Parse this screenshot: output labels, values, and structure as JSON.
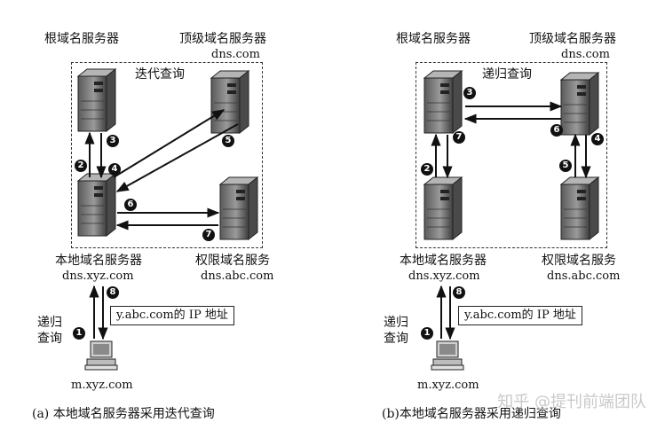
{
  "left": {
    "root_label": "根域名服务器",
    "tld_label": "顶级域名服务器",
    "tld_host": "dns.com",
    "mode_label": "迭代查询",
    "local_label": "本地域名服务器",
    "local_host": "dns.xyz.com",
    "auth_label": "权限域名服务",
    "auth_host": "dns.abc.com",
    "client_mode": [
      "递归",
      "查询"
    ],
    "ip_box": "y.abc.com的 IP 地址",
    "client_host": "m.xyz.com",
    "caption": "(a) 本地域名服务器采用迭代查询",
    "steps": [
      "1",
      "2",
      "3",
      "4",
      "5",
      "6",
      "7",
      "8"
    ]
  },
  "right": {
    "root_label": "根域名服务器",
    "tld_label": "顶级域名服务器",
    "tld_host": "dns.com",
    "mode_label": "递归查询",
    "local_label": "本地域名服务器",
    "local_host": "dns.xyz.com",
    "auth_label": "权限域名服务",
    "auth_host": "dns.abc.com",
    "client_mode": [
      "递归",
      "查询"
    ],
    "ip_box": "y.abc.com的 IP 地址",
    "client_host": "m.xyz.com",
    "caption": "(b)本地域名服务器采用递归查询",
    "steps": [
      "1",
      "2",
      "3",
      "4",
      "5",
      "6",
      "7",
      "8"
    ]
  },
  "watermark": "知乎 @提刊前端团队"
}
